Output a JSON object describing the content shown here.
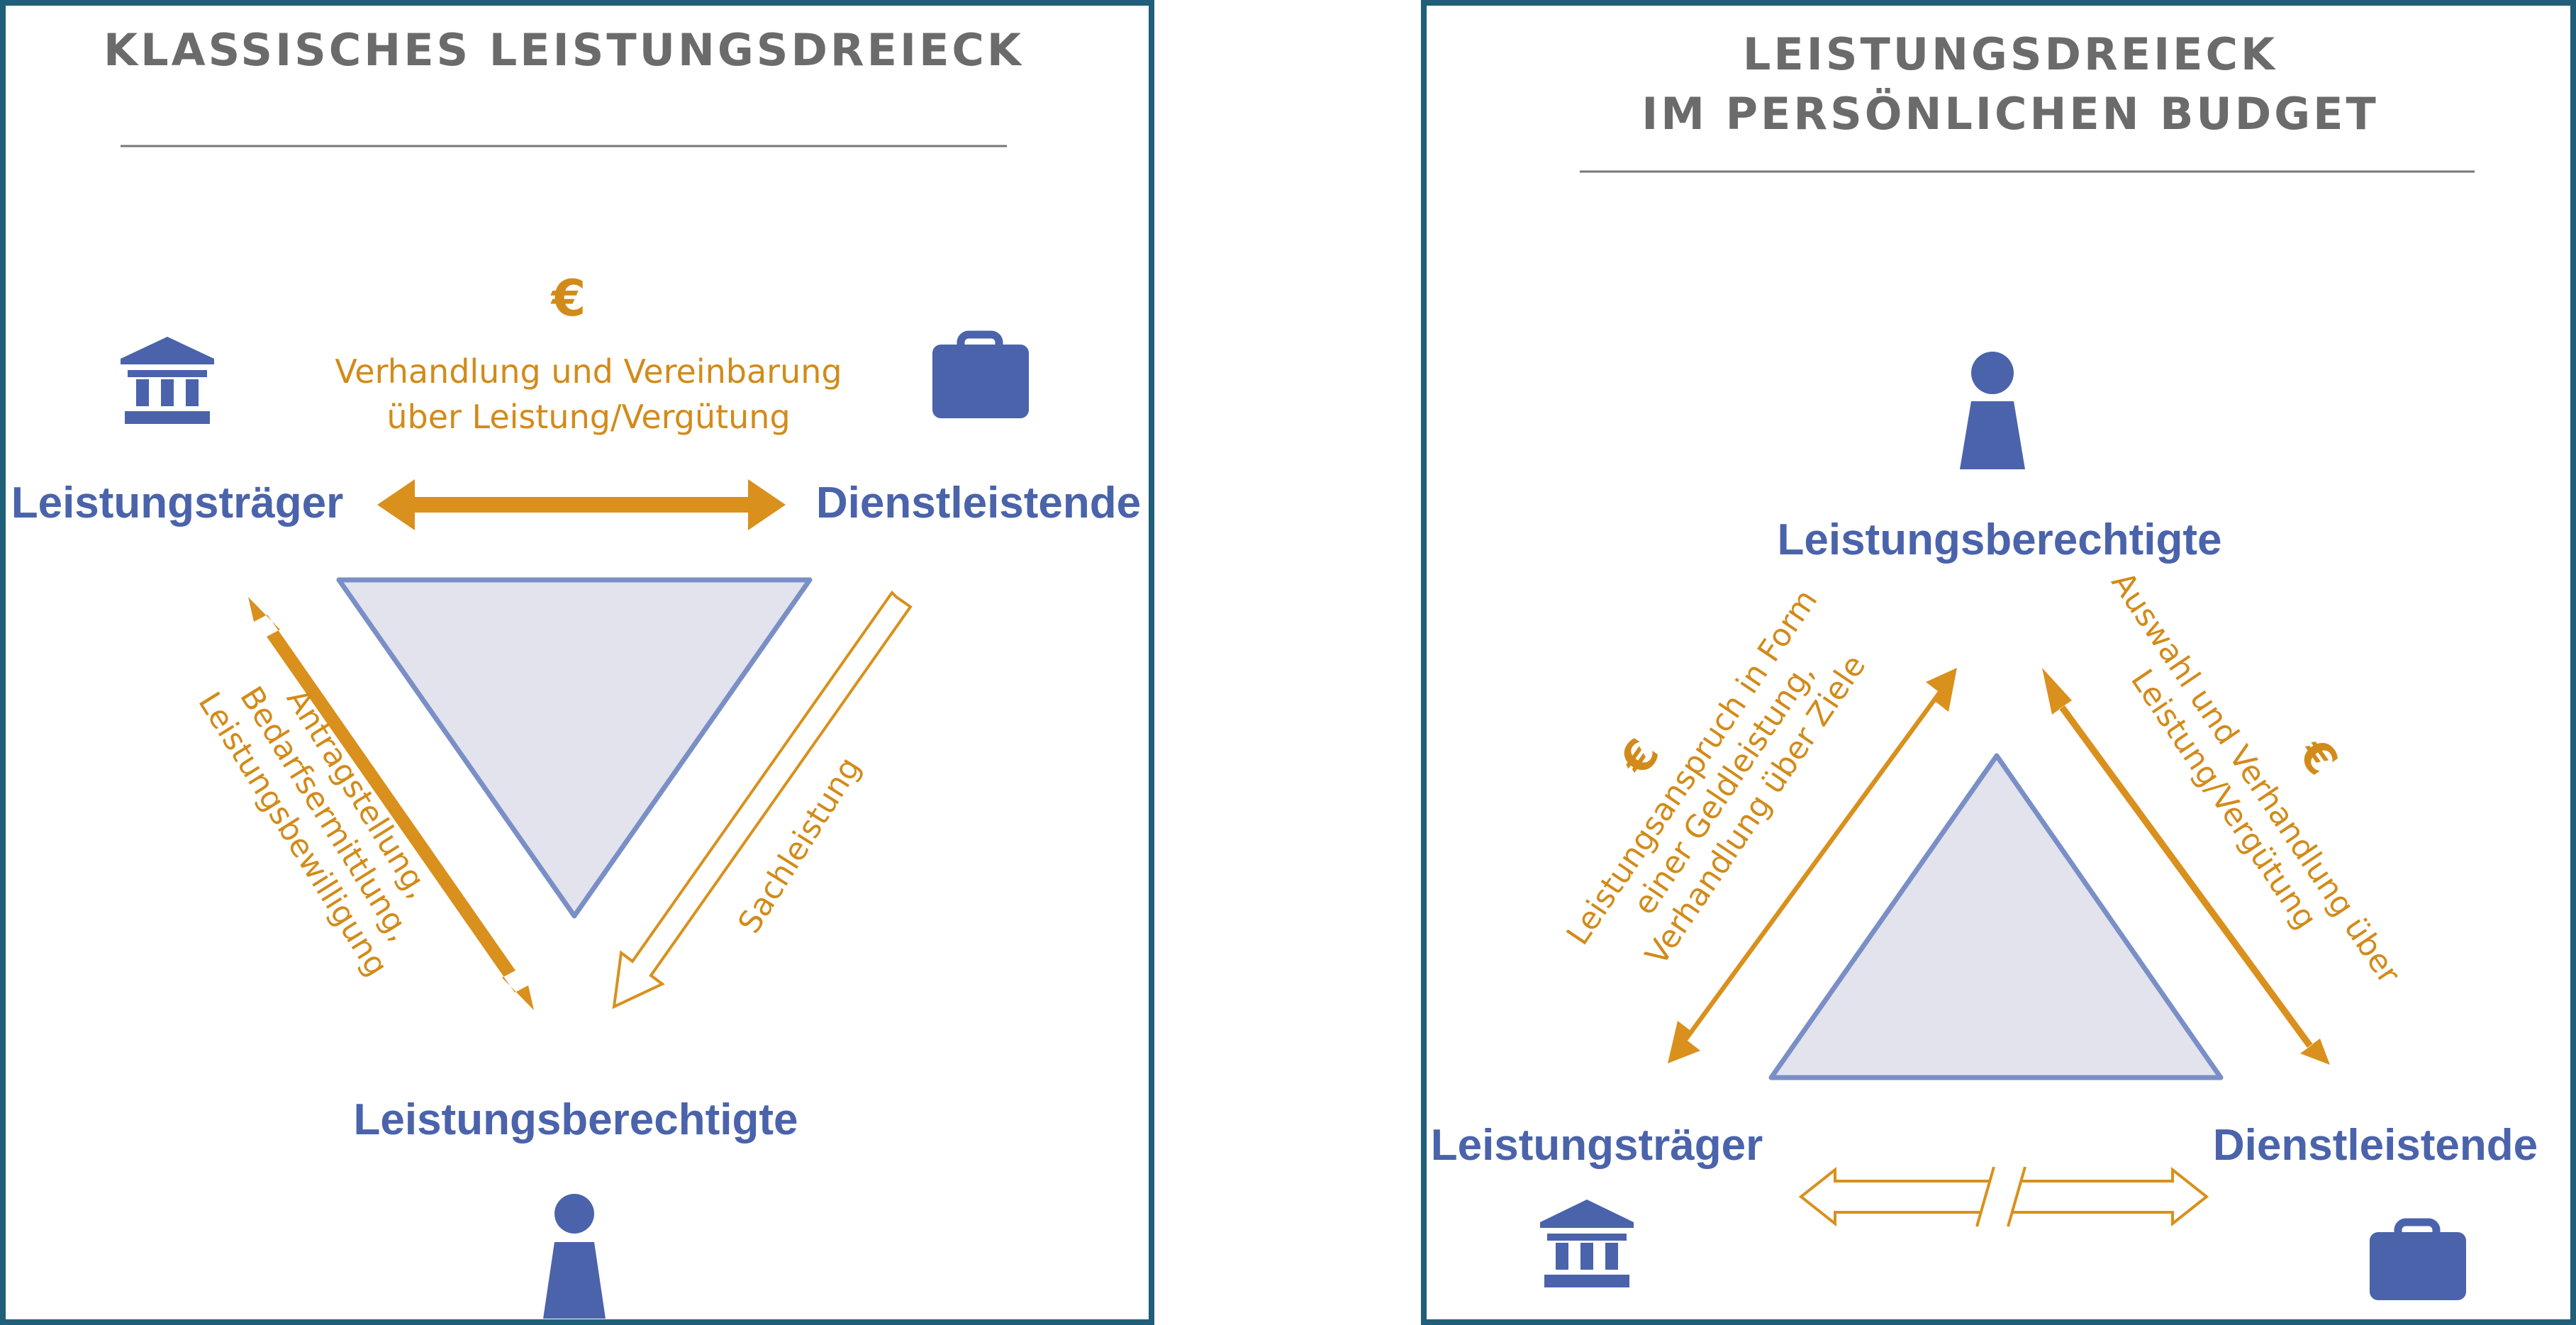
{
  "colors": {
    "frame": "#1f5f7a",
    "accent": "#d9901c",
    "node": "#4a63ab",
    "triangle_fill": "#e3e3ee",
    "triangle_stroke": "#7a8fc6",
    "title": "#6b6b6b",
    "rule": "#777777"
  },
  "left_panel": {
    "title": "KLASSISCHES LEISTUNGSDREIECK",
    "node_traeger": "Leistungsträger",
    "node_dienst": "Dienstleistende",
    "node_berechtigte": "Leistungsberechtigte",
    "top_edge_euro": "€",
    "top_edge_line1": "Verhandlung und Vereinbarung",
    "top_edge_line2": "über Leistung/Vergütung",
    "left_edge_line1": "Antragstellung,",
    "left_edge_line2": "Bedarfsermittlung,",
    "left_edge_line3": "Leistungsbewilligung",
    "right_edge_label": "Sachleistung",
    "icons": [
      "institution-icon",
      "briefcase-icon",
      "person-icon"
    ]
  },
  "right_panel": {
    "title_line1": "LEISTUNGSDREIECK",
    "title_line2": "IM PERSÖNLICHEN BUDGET",
    "node_berechtigte": "Leistungsberechtigte",
    "node_traeger": "Leistungsträger",
    "node_dienst": "Dienstleistende",
    "left_edge_euro": "€",
    "left_edge_line1": "Leistungsanspruch in Form",
    "left_edge_line2": "einer Geldleistung,",
    "left_edge_line3": "Verhandlung über Ziele",
    "right_edge_euro": "€",
    "right_edge_line1": "Auswahl und Verhandlung über",
    "right_edge_line2": "Leistung/Vergütung",
    "icons": [
      "person-icon",
      "institution-icon",
      "briefcase-icon"
    ]
  }
}
